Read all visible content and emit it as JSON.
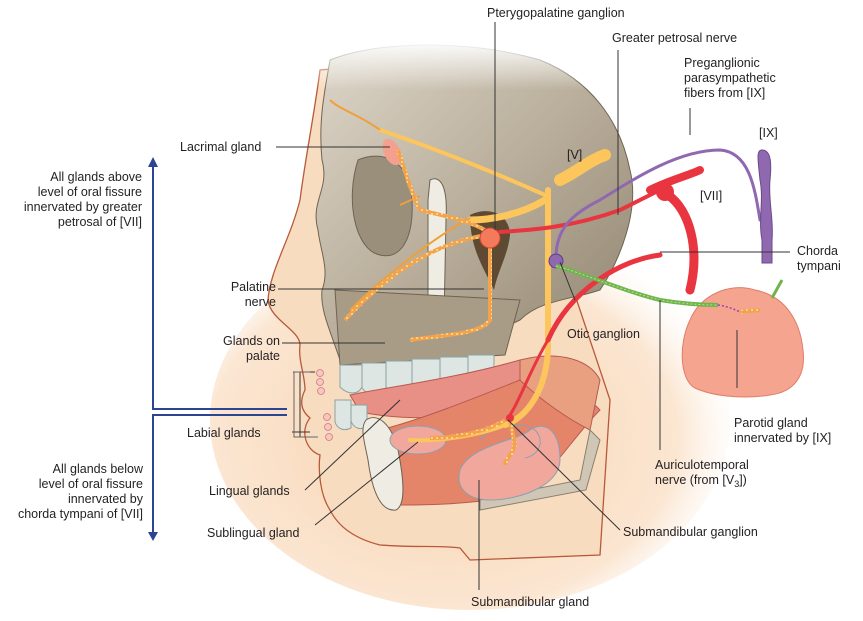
{
  "figure": {
    "title": "Parasympathetic innervation of glands of the head",
    "colors": {
      "arrow_blue": "#2b4594",
      "trigeminal_yellow": "#fcc65c",
      "facial_red": "#e8353f",
      "glossopharyngeal_purple": "#8f68b0",
      "auriculotemporal_green": "#6fb54a",
      "bone": "#b8ad9a",
      "skin": "#f8dcc0",
      "gland_pink": "#f3a08f",
      "muscle": "#e48a72",
      "teeth": "#dde6e3"
    }
  },
  "side_notes": {
    "above": [
      "All glands above",
      "level of oral fissure",
      "innervated by greater",
      "petrosal of [VII]"
    ],
    "below": [
      "All glands below",
      "level of oral fissure",
      "innervated by",
      "chorda tympani of [VII]"
    ]
  },
  "labels": {
    "pterygopalatine_ganglion": "Pterygopalatine ganglion",
    "greater_petrosal_nerve": "Greater petrosal nerve",
    "preganglionic": [
      "Preganglionic",
      "parasympathetic",
      "fibers from [IX]"
    ],
    "cn_ix": "[IX]",
    "cn_v": "[V]",
    "cn_vii": "[VII]",
    "chorda_tympani": [
      "Chorda",
      "tympani"
    ],
    "lacrimal_gland": "Lacrimal gland",
    "palatine_nerve": [
      "Palatine",
      "nerve"
    ],
    "glands_on_palate": [
      "Glands on",
      "palate"
    ],
    "otic_ganglion": "Otic ganglion",
    "parotid_gland": [
      "Parotid gland",
      "innervated by [IX]"
    ],
    "auriculotemporal_line1": "Auriculotemporal",
    "auriculotemporal_line2_pre": "nerve (from [V",
    "auriculotemporal_sub": "3",
    "auriculotemporal_line2_post": "])",
    "labial_glands": "Labial glands",
    "lingual_glands": "Lingual glands",
    "sublingual_gland": "Sublingual gland",
    "submandibular_ganglion": "Submandibular ganglion",
    "submandibular_gland": "Submandibular gland"
  }
}
